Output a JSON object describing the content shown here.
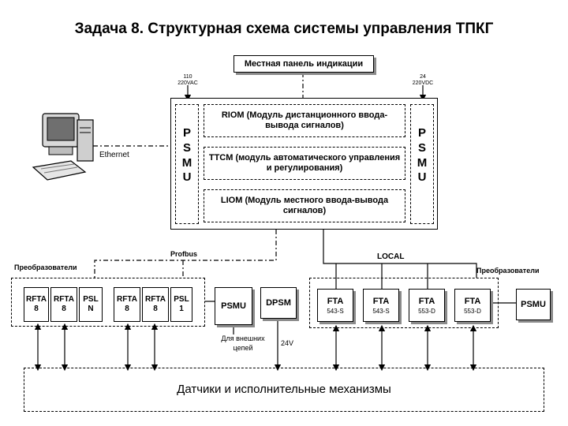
{
  "title": "Задача 8. Структурная схема системы управления ТПКГ",
  "panel": "Местная панель индикации",
  "power_left": {
    "line1": "110",
    "line2": "220VAC"
  },
  "power_right": {
    "line1": "24",
    "line2": "220VDC"
  },
  "psmu_vertical": {
    "p": "P",
    "s": "S",
    "m": "M",
    "u": "U"
  },
  "riom": "RIOM (Модуль дистанционного ввода-вывода сигналов)",
  "ttcm": "TTCM (модуль автоматического управления и регулирования)",
  "liom": "LIOM (Модуль местного ввода-вывода сигналов)",
  "ethernet": "Ethernet",
  "profibus": "Profbus",
  "local": "LOCAL",
  "converters_left": "Преобразователи",
  "converters_right": "Преобразователи",
  "rfta_label": "RFTA",
  "rfta_num": "8",
  "psl_label": "PSL",
  "psl_n": "N",
  "psl_1": "1",
  "psmu": "PSMU",
  "dpsm": "DPSM",
  "psmu_right": "PSMU",
  "external": {
    "line1": "Для внешних",
    "line2": "цепей"
  },
  "v24": "24V",
  "fta": [
    {
      "name": "FTA",
      "model": "543-S"
    },
    {
      "name": "FTA",
      "model": "543-S"
    },
    {
      "name": "FTA",
      "model": "553-D"
    },
    {
      "name": "FTA",
      "model": "553-D"
    }
  ],
  "sensors": "Датчики и исполнительные механизмы"
}
